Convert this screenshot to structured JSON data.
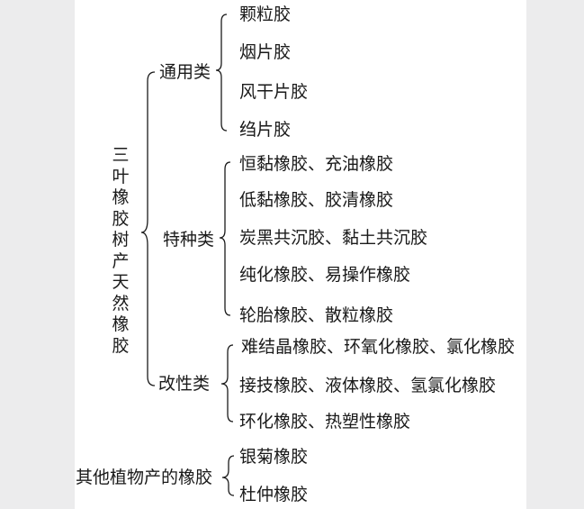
{
  "root_natural": {
    "label": "三叶橡胶树产天然橡胶",
    "categories": [
      {
        "label": "通用类",
        "items": [
          "颗粒胶",
          "烟片胶",
          "风干片胶",
          "绉片胶"
        ]
      },
      {
        "label": "特种类",
        "items": [
          "恒黏橡胶、充油橡胶",
          "低黏橡胶、胶清橡胶",
          "炭黑共沉胶、黏土共沉胶",
          "纯化橡胶、易操作橡胶",
          "轮胎橡胶、散粒橡胶"
        ]
      },
      {
        "label": "改性类",
        "items": [
          "难结晶橡胶、环氧化橡胶、氯化橡胶",
          "接技橡胶、液体橡胶、氢氯化橡胶",
          "环化橡胶、热塑性橡胶"
        ]
      }
    ]
  },
  "root_other": {
    "label": "其他植物产的橡胶",
    "items": [
      "银菊橡胶",
      "杜仲橡胶"
    ]
  }
}
